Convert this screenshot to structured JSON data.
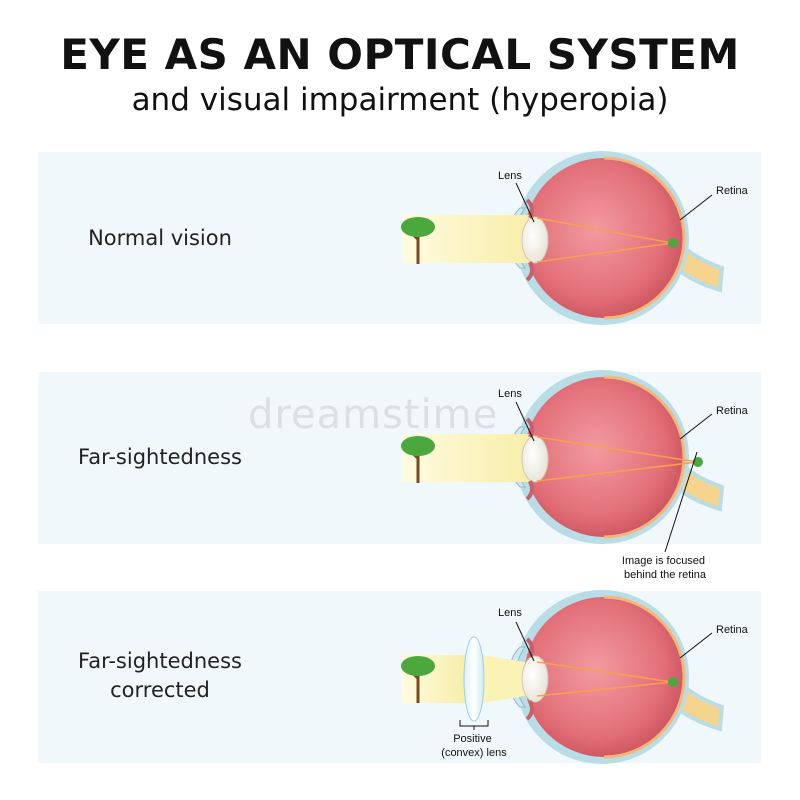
{
  "title": "EYE AS AN OPTICAL SYSTEM",
  "subtitle": "and visual impairment (hyperopia)",
  "watermark": "dreamstime",
  "panels": [
    {
      "label_lines": [
        "Normal vision"
      ],
      "lens_label": "Lens",
      "retina_label": "Retina"
    },
    {
      "label_lines": [
        "Far-sightedness"
      ],
      "lens_label": "Lens",
      "retina_label": "Retina",
      "note_lines": [
        "Image is focused",
        "behind the retina"
      ]
    },
    {
      "label_lines": [
        "Far-sightedness",
        "corrected"
      ],
      "lens_label": "Lens",
      "retina_label": "Retina",
      "corrective_lines": [
        "Positive",
        "(convex) lens"
      ]
    }
  ],
  "colors": {
    "panel_bg": "#f1f8fb",
    "eyeball": "#e8737a",
    "sclera": "#b9dde7",
    "beam": "#fdf6c8",
    "tree": "#4aa83d"
  }
}
